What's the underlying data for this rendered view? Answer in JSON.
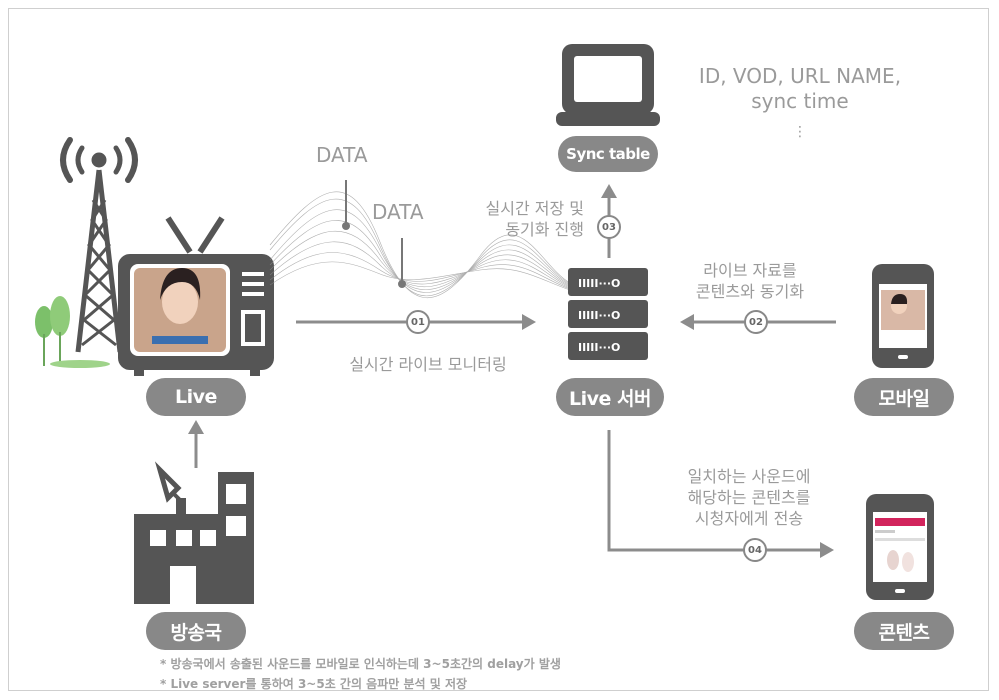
{
  "labels": {
    "live": "Live",
    "live_server": "Live 서버",
    "mobile": "모바일",
    "broadcaster": "방송국",
    "contents": "콘텐츠",
    "sync_table": "Sync table"
  },
  "texts": {
    "data1": "DATA",
    "data2": "DATA",
    "realtime_save_line1": "실시간 저장 및",
    "realtime_save_line2": "동기화 진행",
    "live_sync_line1": "라이브 자료를",
    "live_sync_line2": "콘텐츠와 동기화",
    "realtime_monitoring": "실시간 라이브 모니터링",
    "sync_fields_line1": "ID, VOD, URL NAME,",
    "sync_fields_line2": "sync time",
    "sync_fields_ellipsis": "⋮",
    "match_line1": "일치하는 사운드에",
    "match_line2": "해당하는 콘텐츠를",
    "match_line3": "시청자에게 전송"
  },
  "steps": [
    "01",
    "02",
    "03",
    "04"
  ],
  "notes": [
    "* 방송국에서 송출된 사운드를 모바일로 인식하는데 3~5초간의 delay가 발생",
    "* Live server를 통하여 3~5초 간의 음파만 분석 및 저장"
  ],
  "colors": {
    "icon": "#555555",
    "pill": "#888888",
    "arrow": "#8c8c8c",
    "text": "#9a9a9a",
    "tree": "#7cc06a"
  }
}
